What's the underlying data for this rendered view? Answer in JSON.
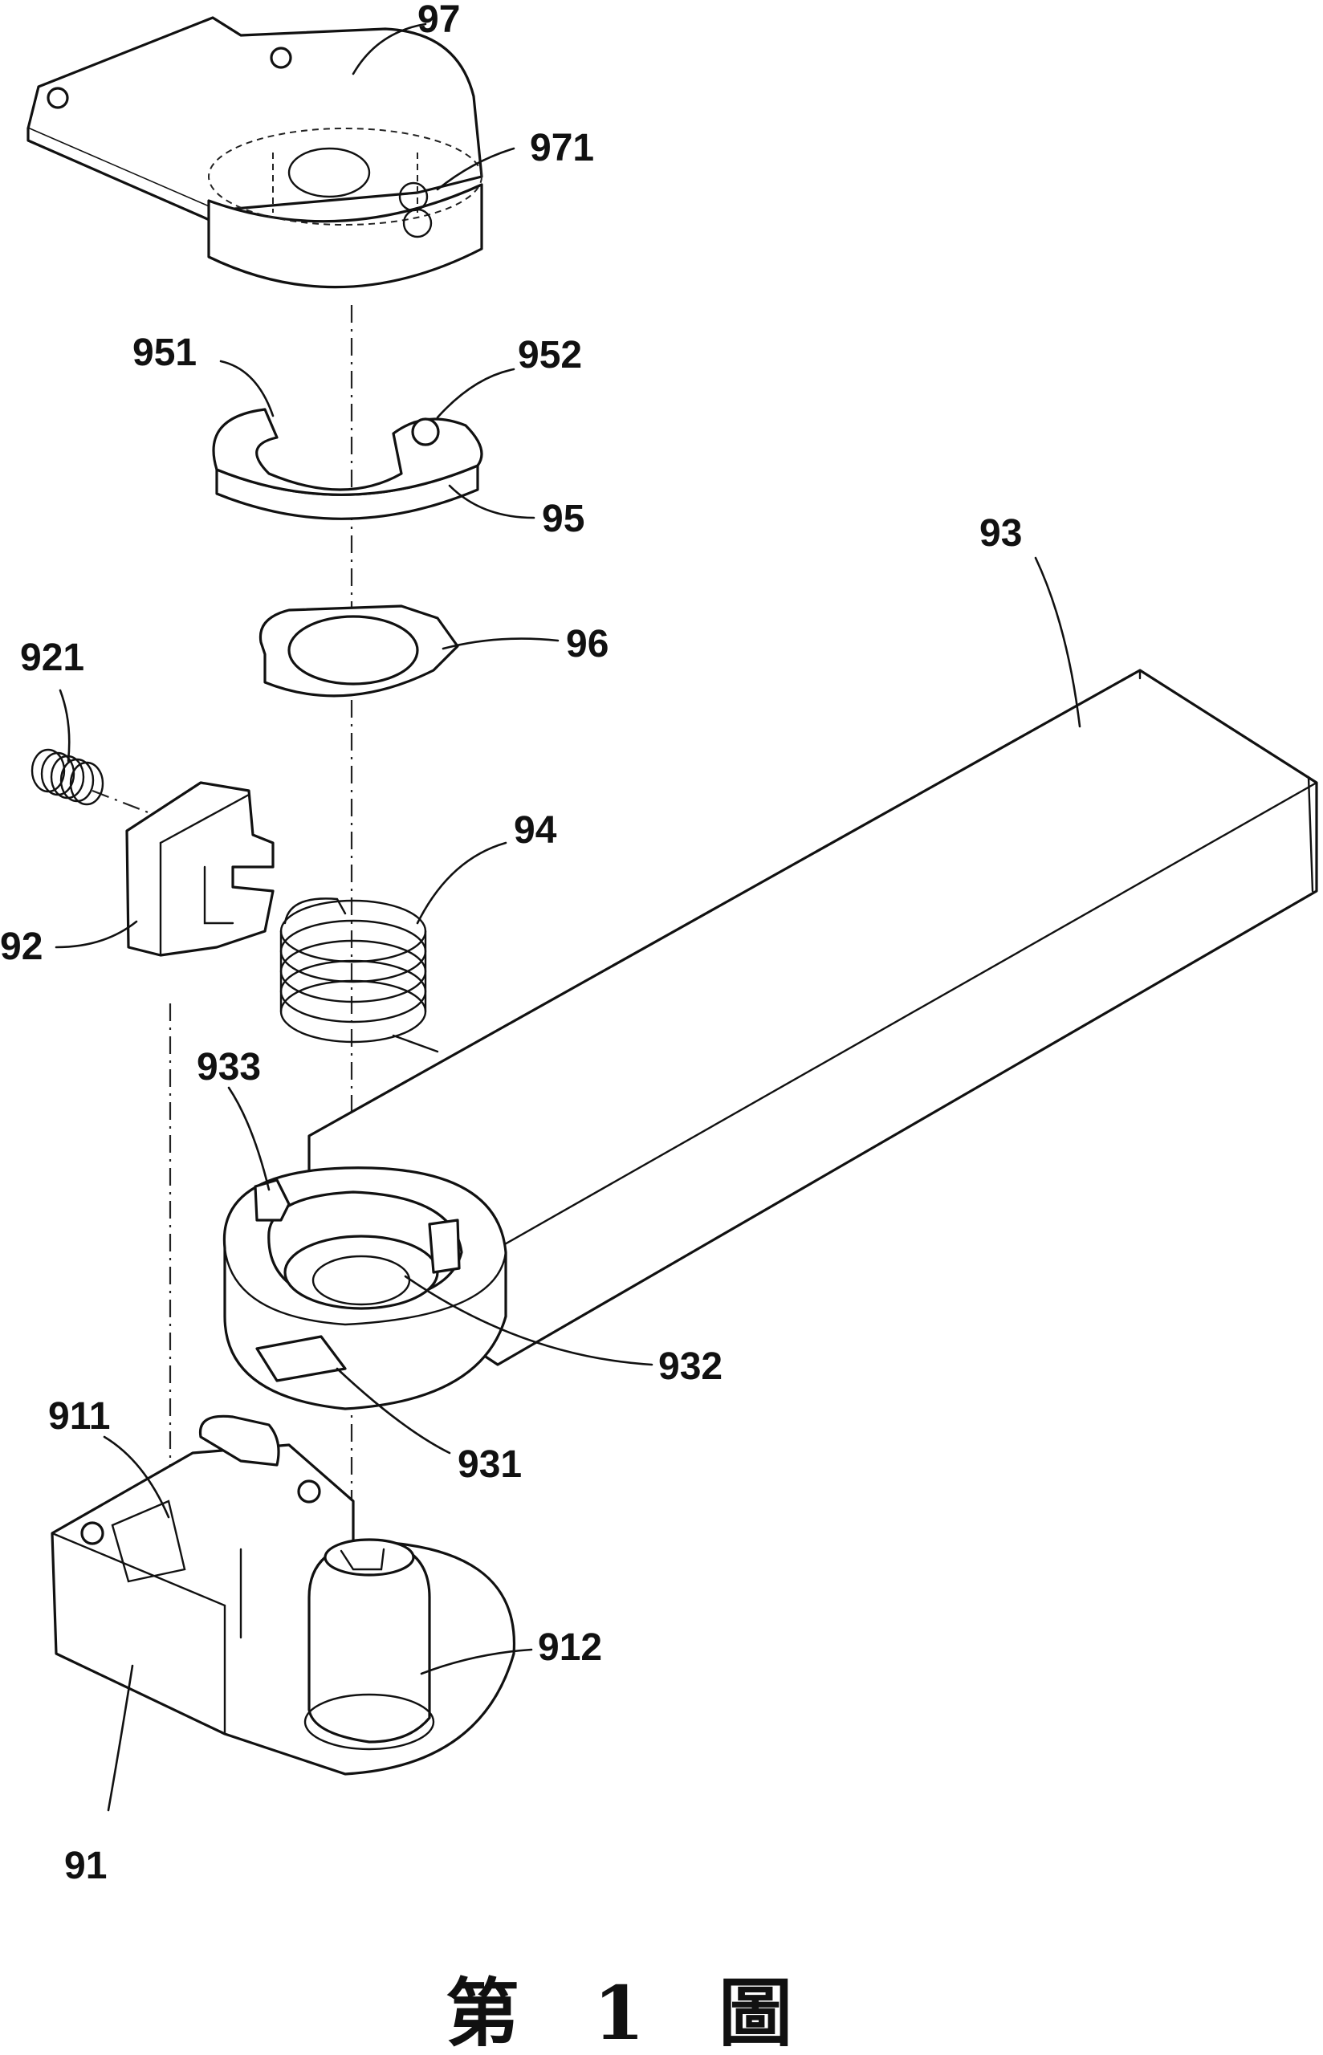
{
  "figure": {
    "caption": "第 1 圖"
  },
  "labels": {
    "l97": "97",
    "l971": "971",
    "l951": "951",
    "l952": "952",
    "l95": "95",
    "l93": "93",
    "l96": "96",
    "l921": "921",
    "l94": "94",
    "l92": "92",
    "l933": "933",
    "l932": "932",
    "l911": "911",
    "l931": "931",
    "l912": "912",
    "l91": "91"
  }
}
